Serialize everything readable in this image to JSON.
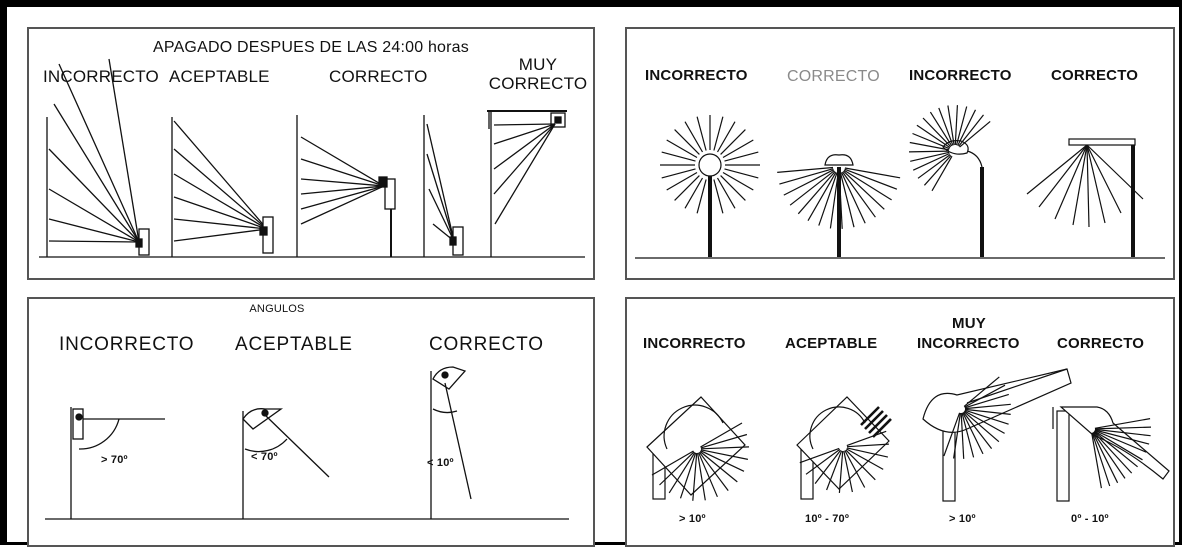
{
  "panel1": {
    "title": "APAGADO DESPUES DE LAS 24:00 horas",
    "labels": [
      "INCORRECTO",
      "ACEPTABLE",
      "CORRECTO"
    ],
    "very_line1": "MUY",
    "very_line2": "CORRECTO"
  },
  "panel2": {
    "labels": [
      "INCORRECTO",
      "CORRECTO",
      "INCORRECTO",
      "CORRECTO"
    ]
  },
  "panel3": {
    "title": "ANGULOS",
    "labels": [
      "INCORRECTO",
      "ACEPTABLE",
      "CORRECTO"
    ],
    "angles": [
      "> 70º",
      "< 70º",
      "< 10º"
    ]
  },
  "panel4": {
    "labels": [
      "INCORRECTO",
      "ACEPTABLE",
      "CORRECTO"
    ],
    "very_line1": "MUY",
    "very_line2": "INCORRECTO",
    "angles": [
      "> 10º",
      "10º - 70º",
      "> 10º",
      "0º - 10º"
    ]
  },
  "colors": {
    "ink": "#111111",
    "panel_border": "#555555",
    "muted_label": "#8a8a8a"
  }
}
